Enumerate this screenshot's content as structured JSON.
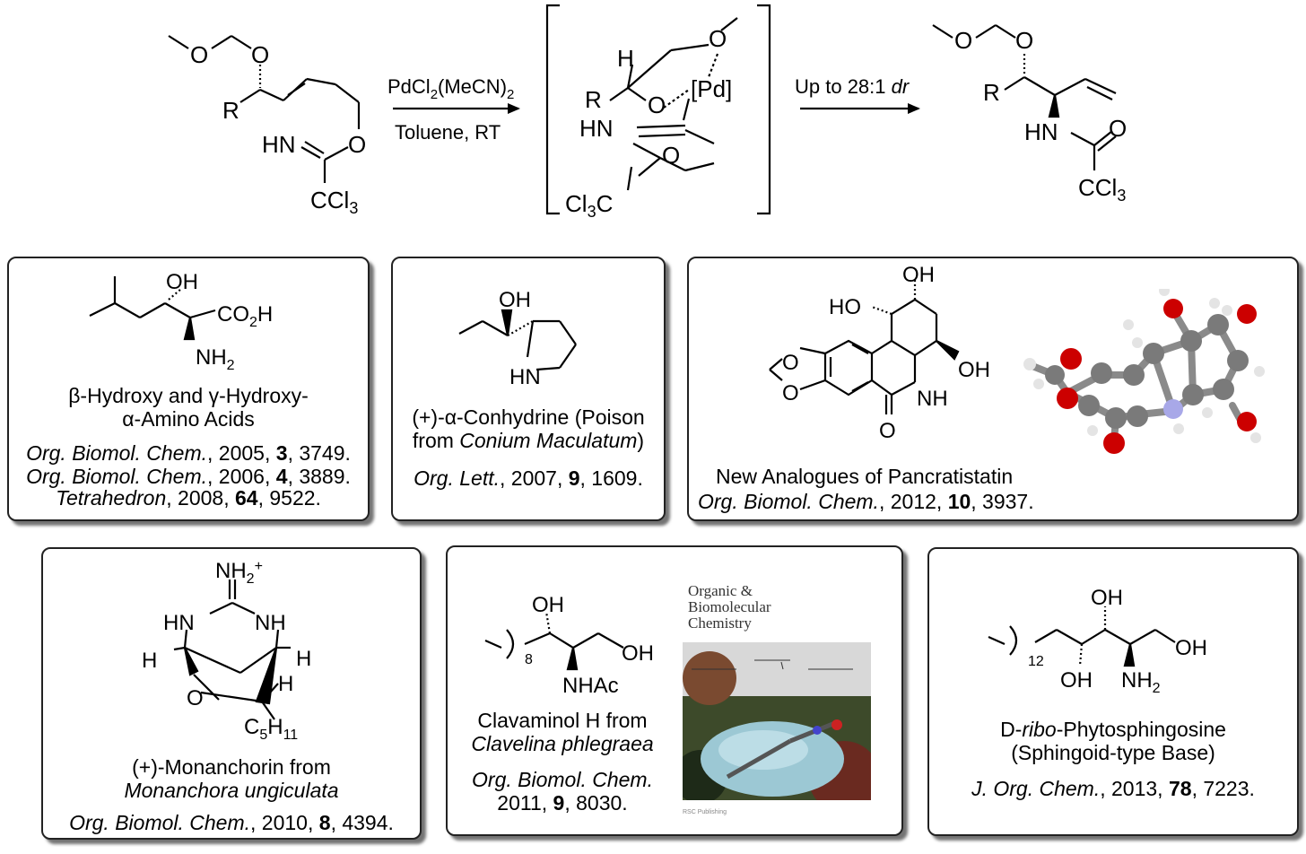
{
  "reaction": {
    "reagent": "PdCl2(MeCN)2",
    "solvent": "Toluene, RT",
    "dr_prefix": "Up to 28:1",
    "dr_italic": "dr"
  },
  "panels": {
    "amino_acids": {
      "line1": "β-Hydroxy and γ-Hydroxy-",
      "line2": "α-Amino Acids",
      "refs": [
        {
          "journal": "Org. Biomol. Chem.",
          "year": ", 2005, ",
          "vol": "3",
          "page": ", 3749."
        },
        {
          "journal": "Org. Biomol. Chem.",
          "year": ", 2006, ",
          "vol": "4",
          "page": ", 3889."
        },
        {
          "journal": "Tetrahedron",
          "year": ", 2008, ",
          "vol": "64",
          "page": ", 9522."
        }
      ]
    },
    "conhydrine": {
      "line1": "(+)-α-Conhydrine (Poison",
      "line2_prefix": "from ",
      "line2_italic": "Conium Maculatum",
      "line2_suffix": ")",
      "ref": {
        "journal": "Org. Lett.",
        "year": ", 2007, ",
        "vol": "9",
        "page": ", 1609."
      }
    },
    "pancratistatin": {
      "title": "New Analogues of Pancratistatin",
      "ref": {
        "journal": "Org. Biomol. Chem.",
        "year": ", 2012, ",
        "vol": "10",
        "page": ", 3937."
      }
    },
    "monanchorin": {
      "line1": "(+)-Monanchorin from",
      "line2": "Monanchora ungiculata",
      "ref": {
        "journal": "Org. Biomol. Chem.",
        "year": ", 2010, ",
        "vol": "8",
        "page": ", 4394."
      }
    },
    "clavaminol": {
      "line1": "Clavaminol H from",
      "line2": "Clavelina phlegraea",
      "ref_line1": "Org. Biomol. Chem.",
      "ref_line2": {
        "year": "2011, ",
        "vol": "9",
        "page": ", 8030."
      },
      "cover_title": "Organic & Biomolecular Chemistry",
      "cover_publisher": "RSC Publishing"
    },
    "phytosphingosine": {
      "line1_prefix": "D-",
      "line1_italic": "ribo",
      "line1_suffix": "-Phytosphingosine",
      "line2": "(Sphingoid-type Base)",
      "ref": {
        "journal": "J. Org. Chem.",
        "year": ", 2013, ",
        "vol": "78",
        "page": ", 7223."
      }
    }
  },
  "atom_labels": {
    "O": "O",
    "R": "R",
    "HN": "HN",
    "NH": "NH",
    "H": "H",
    "OH": "OH",
    "HO": "HO",
    "Pd": "[Pd]",
    "C": "C",
    "CCl": "CCl",
    "Cl": "Cl",
    "CO": "CO",
    "NH2": "NH",
    "NHAc": "NHAc",
    "C5H11_C": "C",
    "C5H11_H": "H",
    "sub2": "2",
    "sub3": "3",
    "sub5": "5",
    "sub11": "11",
    "sub8": "8",
    "sub12": "12",
    "plus": "+"
  },
  "colors": {
    "carbon": "#7a7a7a",
    "oxygen": "#cc0000",
    "nitrogen": "#a8a8e8",
    "hydrogen": "#e4e4e4"
  }
}
